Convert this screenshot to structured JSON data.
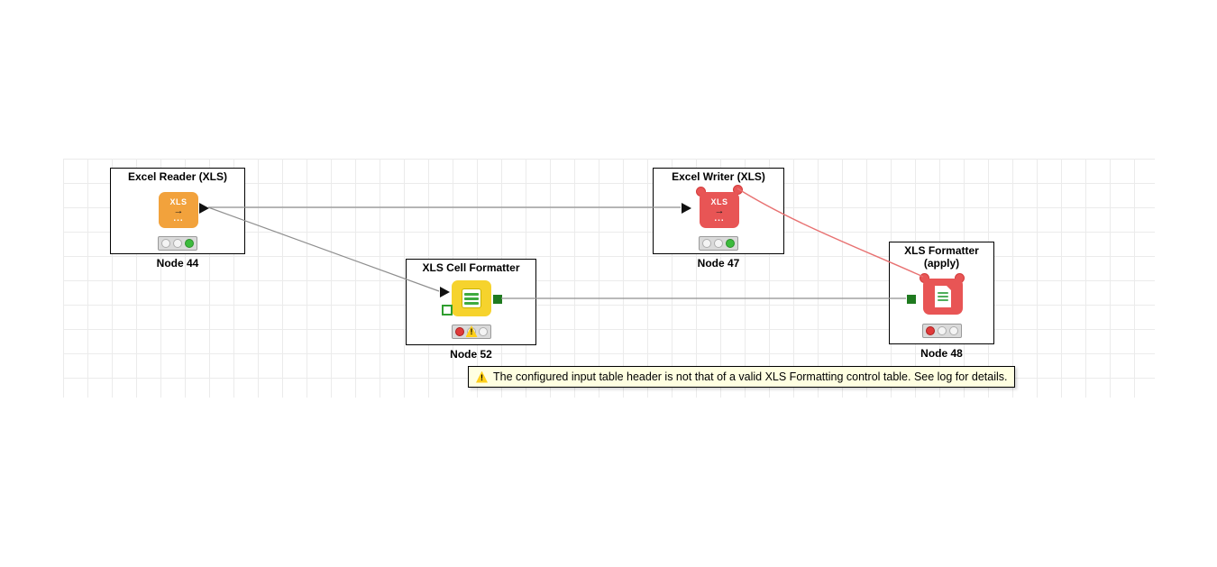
{
  "canvas": {
    "background": "#ffffff",
    "grid_line_color": "#ebebeb"
  },
  "nodes": [
    {
      "title": "Excel Reader (XLS)",
      "caption": "Node 44",
      "icon_label": "XLS",
      "icon_arrow": "→",
      "icon_dots": "...",
      "icon_color": "#f2a23c",
      "status": "executed",
      "status_color": "#3dbb3d"
    },
    {
      "title": "Excel Writer (XLS)",
      "caption": "Node 47",
      "icon_label": "XLS",
      "icon_arrow": "→",
      "icon_dots": "...",
      "icon_color": "#e85555",
      "status": "executed",
      "status_color": "#3dbb3d"
    },
    {
      "title": "XLS Cell Formatter",
      "caption": "Node 52",
      "icon_color": "#f6d32d",
      "status": "configured-with-warning",
      "status_color": "#e03a3a",
      "warning_mark": "!"
    },
    {
      "title": "XLS Formatter",
      "subtitle": "(apply)",
      "caption": "Node 48",
      "icon_color": "#e85555",
      "status": "configured",
      "status_color": "#e03a3a"
    }
  ],
  "connections": [
    {
      "from": "Excel Reader (XLS)",
      "to": "Excel Writer (XLS)",
      "type": "data",
      "color": "#8f8f8f"
    },
    {
      "from": "Excel Reader (XLS)",
      "to": "XLS Cell Formatter",
      "type": "data",
      "color": "#8f8f8f"
    },
    {
      "from": "XLS Cell Formatter",
      "to": "XLS Formatter (apply)",
      "type": "data",
      "color": "#8f8f8f"
    },
    {
      "from": "Excel Writer (XLS)",
      "to": "XLS Formatter (apply)",
      "type": "flow-variable",
      "color": "#e87272"
    }
  ],
  "tooltip": {
    "warning_glyph": "!",
    "text": "The configured input table header is not that of a valid XLS Formatting control table. See log for details."
  }
}
